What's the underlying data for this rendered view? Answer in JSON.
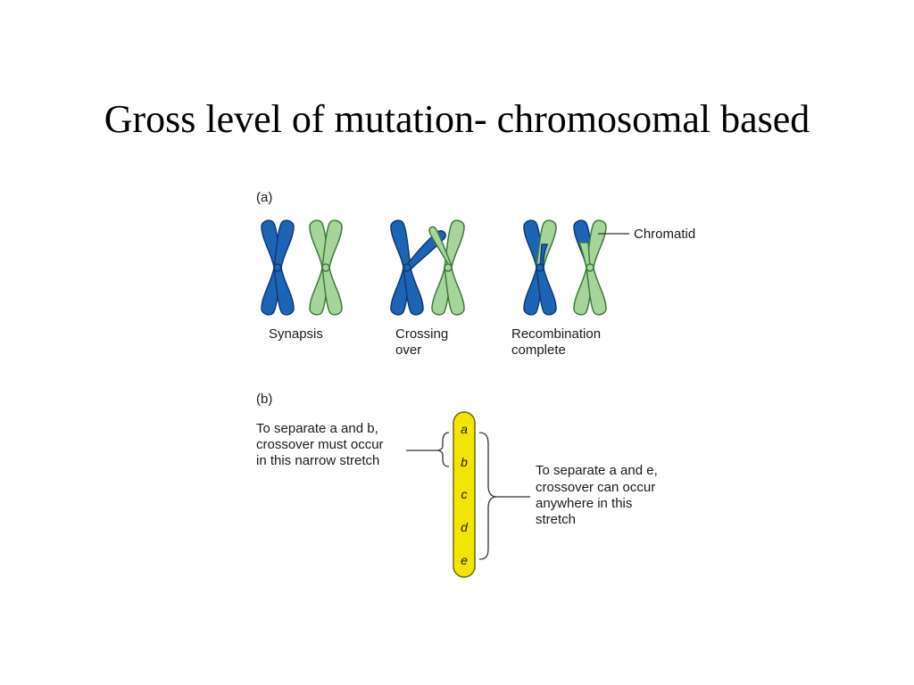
{
  "title": "Gross level of mutation- chromosomal based",
  "panel_a": {
    "label": "(a)",
    "stages": [
      {
        "line1": "Synapsis",
        "line2": ""
      },
      {
        "line1": "Crossing",
        "line2": "over"
      },
      {
        "line1": "Recombination",
        "line2": "complete"
      }
    ],
    "chromatid_label": "Chromatid"
  },
  "panel_b": {
    "label": "(b)",
    "genes": [
      "a",
      "b",
      "c",
      "d",
      "e"
    ],
    "left_note": {
      "line1": "To separate a and b,",
      "line2": "crossover must occur",
      "line3": "in this narrow stretch"
    },
    "right_note": {
      "line1": "To separate a and e,",
      "line2": "crossover can occur",
      "line3": "anywhere in this",
      "line4": "stretch"
    }
  },
  "colors": {
    "homolog_1": "#1e64b4",
    "homolog_2": "#a6d49a",
    "chromosome_b": "#f2e600"
  }
}
